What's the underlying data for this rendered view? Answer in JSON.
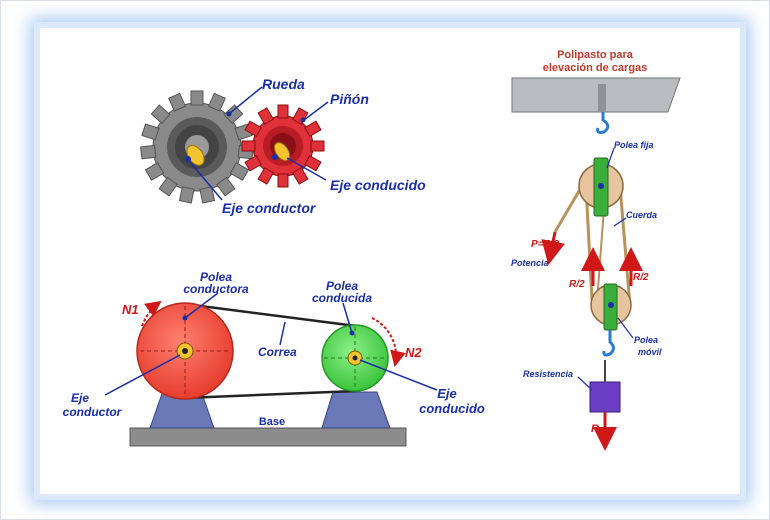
{
  "gears": {
    "rueda": "Rueda",
    "pinon": "Piñón",
    "eje_conducido": "Eje conducido",
    "eje_conductor": "Eje conductor"
  },
  "pulleys": {
    "polea_conductora_1": "Polea",
    "polea_conductora_2": "conductora",
    "polea_conducida_1": "Polea",
    "polea_conducida_2": "conducida",
    "n1": "N1",
    "n2": "N2",
    "correa": "Correa",
    "eje_conductor_1": "Eje",
    "eje_conductor_2": "conductor",
    "eje_conducido_1": "Eje",
    "eje_conducido_2": "conducido",
    "base": "Base"
  },
  "hoist": {
    "title_1": "Polipasto para",
    "title_2": "elevación de cargas",
    "polea_fija": "Polea fija",
    "cuerda": "Cuerda",
    "p_formula": "P=R/2",
    "potencia": "Potencia",
    "r2_left": "R/2",
    "r2_right": "R/2",
    "polea_movil_1": "Polea",
    "polea_movil_2": "móvil",
    "resistencia": "Resistencia",
    "r": "R"
  },
  "colors": {
    "label_blue": "#1a2ea8",
    "arrow_red": "#d01818",
    "pulley_red": "#f0574a",
    "pulley_green": "#4fd24f",
    "panel_glow": "#aac9f2"
  }
}
